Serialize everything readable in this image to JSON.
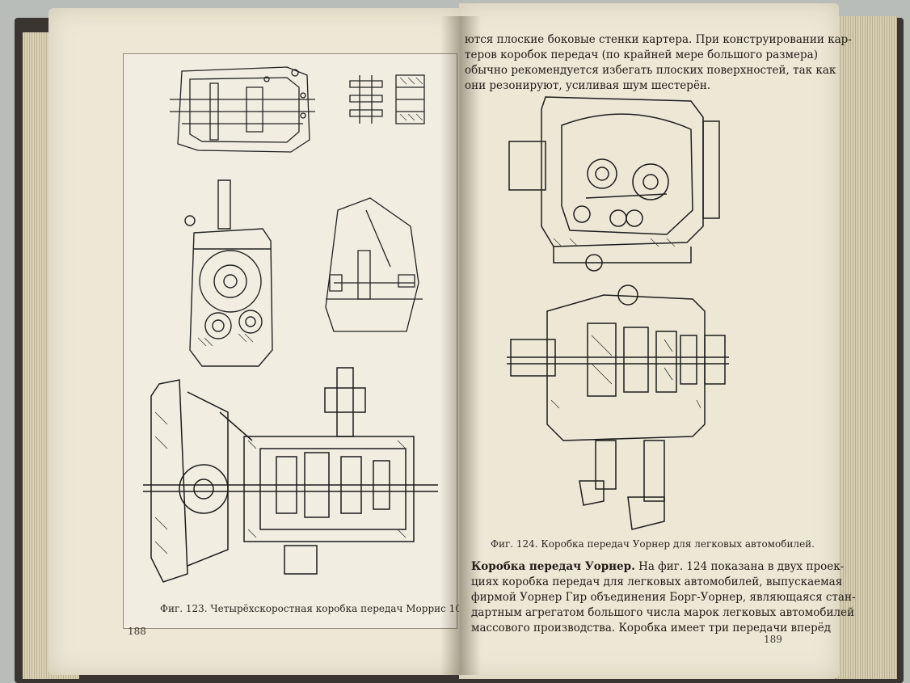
{
  "left_page": {
    "figure_caption": "Фиг. 123. Четырёхскоростная коробка передач Моррис 10.",
    "page_number": "188"
  },
  "right_page": {
    "intro_lines": [
      "ются плоские боковые стенки картера. При конструировании кар-",
      "теров коробок передач (по крайней мере большого размера)",
      "обычно рекомендуется избегать плоских поверхностей, так как",
      "они резонируют, усиливая шум шестерён."
    ],
    "figure_caption": "Фиг. 124. Коробка передач Уорнер для легковых автомобилей.",
    "section_heading": "Коробка передач Уорнер.",
    "section_first_line_rest": "На фиг. 124 показана в двух проек-",
    "section_lines": [
      "циях коробка передач для легковых автомобилей, выпускаемая",
      "фирмой Уорнер Гир объединения Борг-Уорнер, являющаяся стан-",
      "дартным агрегатом большого числа марок легковых автомобилей",
      "массового производства. Коробка имеет три передачи вперёд"
    ],
    "page_number": "189"
  }
}
